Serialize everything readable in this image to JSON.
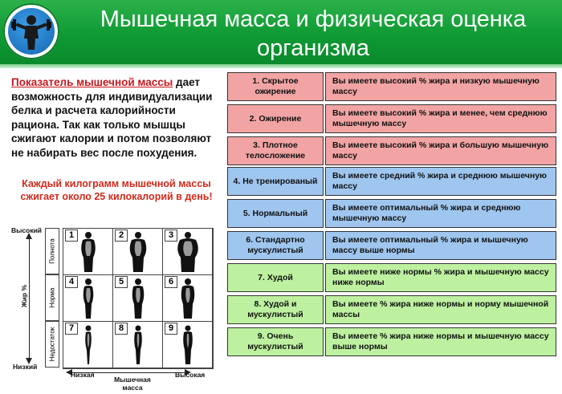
{
  "header": {
    "title_line1": "Мышечная масса и физическая оценка",
    "title_line2": "организма",
    "logo_icon": "dumbbell-man-icon",
    "colors": {
      "green": "#14a33a",
      "red": "#f2a4a4",
      "blue": "#9fc6ef",
      "lightgreen": "#bdf1a0",
      "accent_red": "#c8171e"
    }
  },
  "intro": {
    "lead": "Показатель мышечной массы",
    "body": " дает возможность для индивидуализации белка и расчета калорийности рациона. Так как только мышцы сжигают калории и потом позволяют не набирать вес после похудения.",
    "note": "Каждый килограмм мышечной массы сжигает около 25 килокалорий в день!"
  },
  "figure": {
    "y_axis_top": "Высокий",
    "y_axis_bottom": "Низкий",
    "y_axis_title": "Жир %",
    "rows": [
      "Полнота",
      "Норма",
      "Недостаток"
    ],
    "x_axis_left": "Низкая",
    "x_axis_right": "Высокая",
    "x_axis_title": "Мышечная масса",
    "cells": [
      "1",
      "2",
      "3",
      "4",
      "5",
      "6",
      "7",
      "8",
      "9"
    ]
  },
  "table": {
    "rows": [
      {
        "name": "1. Скрытое ожирение",
        "desc": "Вы имеете высокий % жира и низкую мышечную массу",
        "color": "red"
      },
      {
        "name": "2. Ожирение",
        "desc": "Вы имеете высокий % жира и менее, чем среднюю мышечную массу",
        "color": "red"
      },
      {
        "name": "3. Плотное телосложение",
        "desc": "Вы имеете высокий % жира и большую мышечную массу",
        "color": "red"
      },
      {
        "name": "4. Не тренированый",
        "desc": "Вы имеете средний % жира и среднюю мышечную массу",
        "color": "blue"
      },
      {
        "name": "5. Нормальный",
        "desc": "Вы имеете оптимальный % жира и среднюю мышечную массу",
        "color": "blue"
      },
      {
        "name": "6. Стандартно мускулистый",
        "desc": "Вы имеете оптимальный % жира и мышечную массу выше нормы",
        "color": "blue"
      },
      {
        "name": "7. Худой",
        "desc": "Вы имеете ниже нормы % жира и мышечную массу ниже нормы",
        "color": "green"
      },
      {
        "name": "8. Худой и мускулистый",
        "desc": "Вы имеете % жира ниже нормы и норму мышечной массы",
        "color": "green"
      },
      {
        "name": "9. Очень мускулистый",
        "desc": "Вы имеете % жира ниже нормы и мышечную массу выше нормы",
        "color": "green"
      }
    ]
  }
}
